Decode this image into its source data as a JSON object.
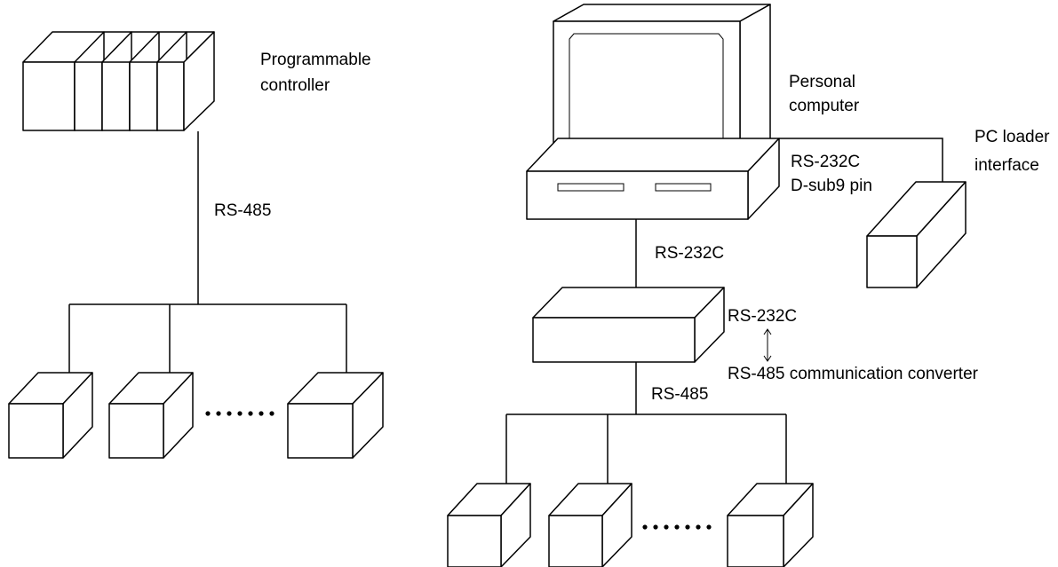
{
  "labels": {
    "plc": [
      "Programmable",
      "controller"
    ],
    "plc_bus": "RS-485",
    "pc": [
      "Personal",
      "computer"
    ],
    "pc_port": [
      "RS-232C",
      "D-sub9 pin"
    ],
    "loader": [
      "PC loader",
      "interface"
    ],
    "pc_to_converter": "RS-232C",
    "converter": [
      "RS-232C",
      "RS-485 communication converter"
    ],
    "converter_bus": "RS-485"
  },
  "colors": {
    "line": "#000000",
    "fill": "#ffffff",
    "background": "#ffffff"
  }
}
